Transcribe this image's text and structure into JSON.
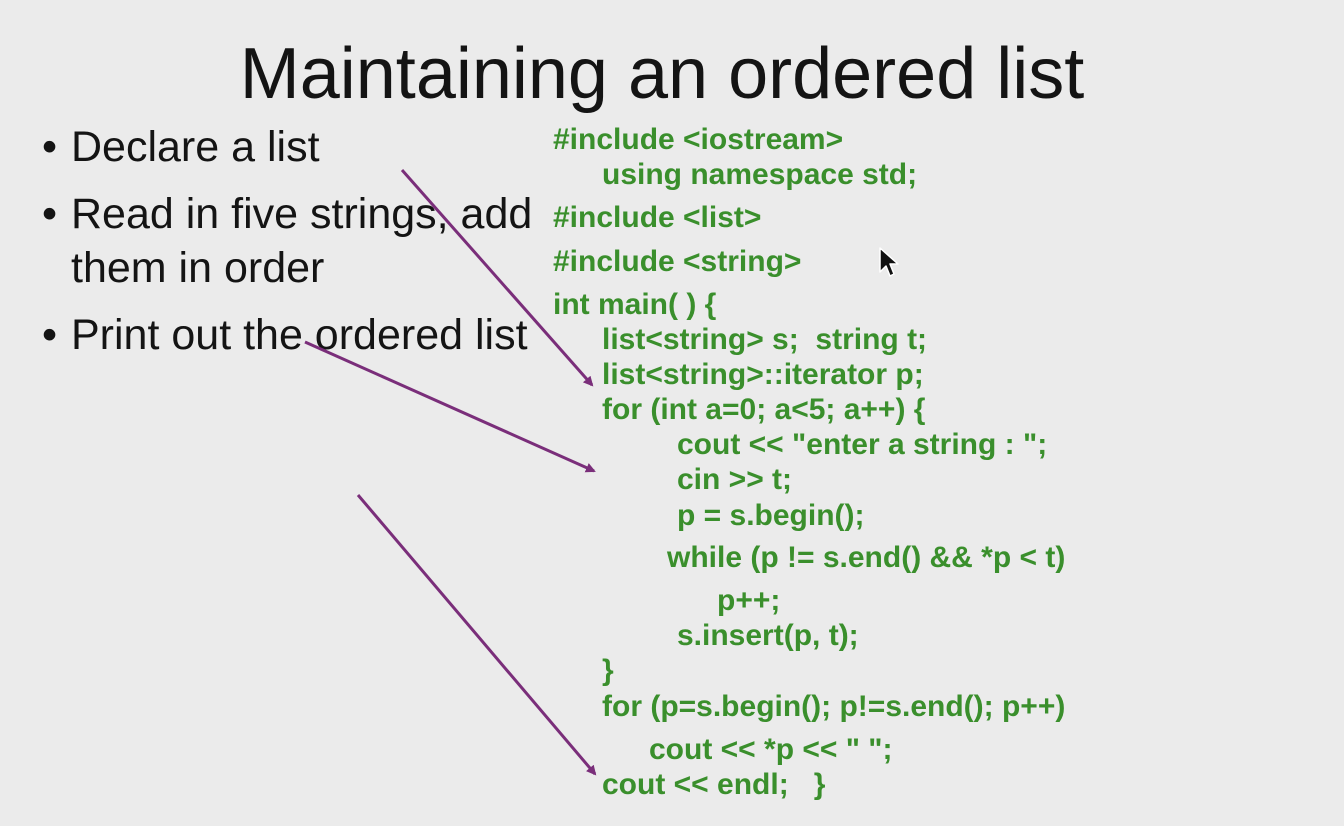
{
  "slide": {
    "title": "Maintaining an ordered list",
    "bullets": [
      "Declare a list",
      "Read in five strings, add them in order",
      "Print out the ordered list"
    ],
    "bullet_symbol": "•",
    "code": [
      "#include <iostream>",
      "using namespace std;",
      "#include <list>",
      "#include <string>",
      "int main( ) {",
      "list<string> s;  string t;",
      "list<string>::iterator p;",
      "for (int a=0; a<5; a++) {",
      "cout << \"enter a string : \";",
      "cin >> t;",
      "p = s.begin();",
      "while (p != s.end() && *p < t)",
      "p++;",
      "s.insert(p, t);",
      "}",
      "for (p=s.begin(); p!=s.end(); p++)",
      "cout << *p << \" \";",
      "cout << endl;   }"
    ]
  },
  "colors": {
    "background": "#ebebeb",
    "title_text": "#141414",
    "code_text": "#3a8f2c",
    "arrow": "#7a2e7a"
  },
  "icons": {
    "cursor": "mouse-pointer-icon"
  }
}
